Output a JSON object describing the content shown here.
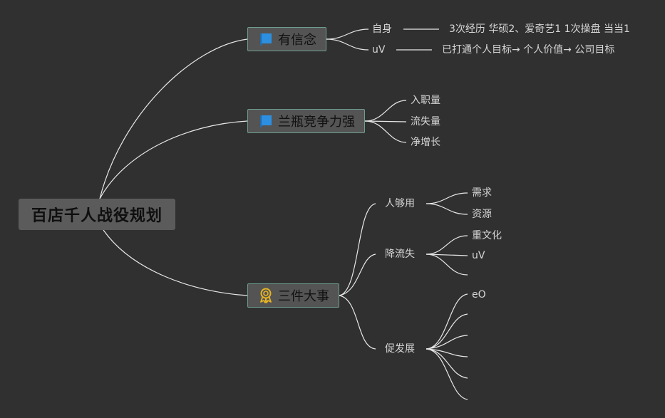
{
  "root": {
    "title": "百店千人战役规划"
  },
  "topics": {
    "belief": {
      "label": "有信念",
      "icon": "blue-flag-icon",
      "children": [
        {
          "label": "自身",
          "note": "3次经历 华硕2、爱奇艺1 1次操盘 当当1"
        },
        {
          "label": "uV",
          "note": "已打通个人目标→ 个人价值→ 公司目标"
        }
      ]
    },
    "competitive": {
      "label": "兰瓶竞争力强",
      "icon": "blue-flag-icon",
      "children": [
        "入职量",
        "流失量",
        "净增长"
      ]
    },
    "three": {
      "label": "三件大事",
      "icon": "award-medal-icon",
      "children": [
        {
          "label": "人够用",
          "children": [
            "需求",
            "资源"
          ]
        },
        {
          "label": "降流失",
          "children": [
            "重文化",
            "uV",
            ""
          ]
        },
        {
          "label": "促发展",
          "children": [
            "eO",
            "",
            "",
            "",
            "",
            ""
          ]
        }
      ]
    }
  },
  "colors": {
    "background": "#303030",
    "topic_border": "#6f9d91",
    "flag": "#2c8fe0",
    "medal": "#e6b422",
    "line": "#e8e8e8"
  }
}
